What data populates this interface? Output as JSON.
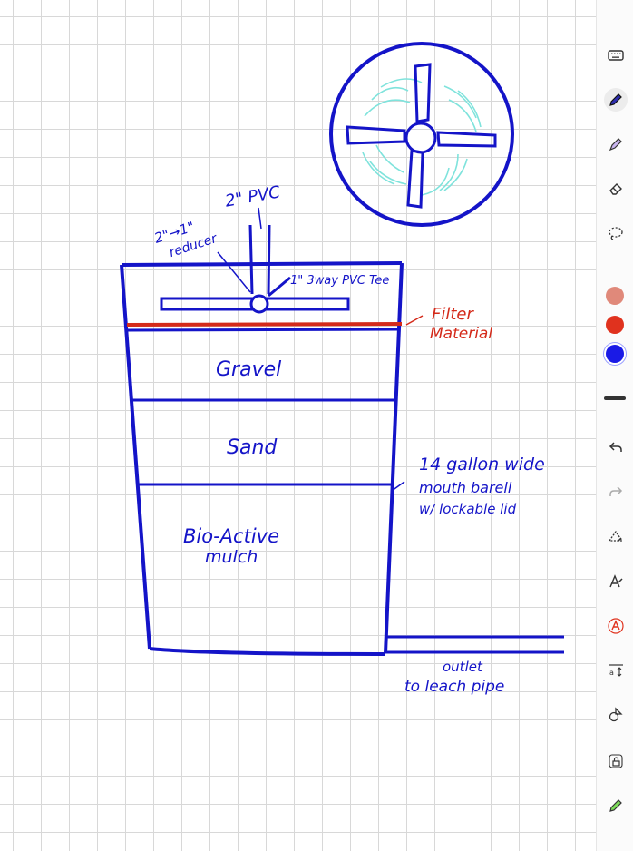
{
  "canvas": {
    "labels": {
      "pipe_label": "2\" PVC",
      "reducer_label_line1": "2\"→1\"",
      "reducer_label_line2": "reducer",
      "tee_label": "1\" 3way PVC Tee",
      "filter_label_line1": "Filter",
      "filter_label_line2": "Material",
      "layer_gravel": "Gravel",
      "layer_sand": "Sand",
      "layer_mulch_line1": "Bio-Active",
      "layer_mulch_line2": "mulch",
      "barrel_label_line1": "14 gallon wide",
      "barrel_label_line2": "mouth barell",
      "barrel_label_line3": "w/ lockable lid",
      "outlet_label_line1": "outlet",
      "outlet_label_line2": "to leach pipe"
    },
    "colors": {
      "ink_blue": "#1414c8",
      "ink_red": "#d42a1a",
      "ink_cyan": "#7fe3dc",
      "grid": "#d8d8d8"
    }
  },
  "toolbar": {
    "tools": [
      {
        "name": "keyboard-icon",
        "active": false
      },
      {
        "name": "pen-icon",
        "active": true
      },
      {
        "name": "highlighter-icon",
        "active": false
      },
      {
        "name": "eraser-icon",
        "active": false
      },
      {
        "name": "lasso-icon",
        "active": false
      }
    ],
    "swatches": [
      {
        "name": "salmon",
        "color": "#e0897a",
        "selected": false
      },
      {
        "name": "red",
        "color": "#e0321e",
        "selected": false
      },
      {
        "name": "blue",
        "color": "#1a1ae6",
        "selected": true
      }
    ],
    "bottom_tools": [
      {
        "name": "undo-icon",
        "enabled": true
      },
      {
        "name": "redo-icon",
        "enabled": false
      },
      {
        "name": "shape-recognize-icon",
        "enabled": true
      },
      {
        "name": "text-tool-icon",
        "enabled": true
      },
      {
        "name": "handwriting-text-icon",
        "enabled": true
      },
      {
        "name": "spacing-icon",
        "enabled": true
      },
      {
        "name": "shapes-icon",
        "enabled": true
      },
      {
        "name": "lock-icon",
        "enabled": true
      },
      {
        "name": "green-marker-icon",
        "enabled": true
      }
    ]
  }
}
